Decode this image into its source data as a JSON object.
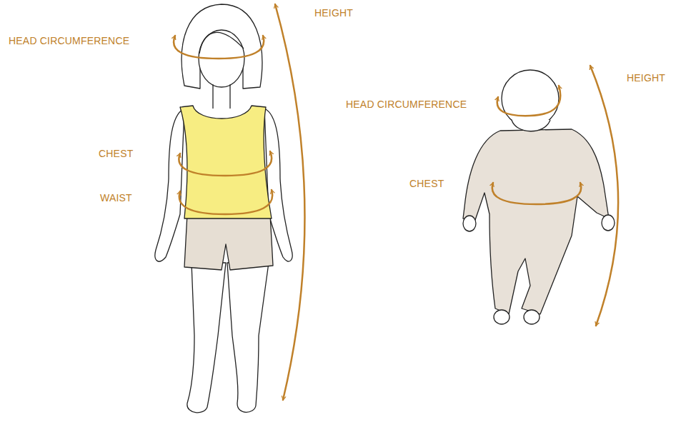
{
  "diagram": {
    "labels": [
      "HEAD CIRCUMFERENCE",
      "HEIGHT",
      "CHEST",
      "WAIST",
      "HEAD CIRCUMFERENCE",
      "HEIGHT",
      "CHEST"
    ]
  }
}
